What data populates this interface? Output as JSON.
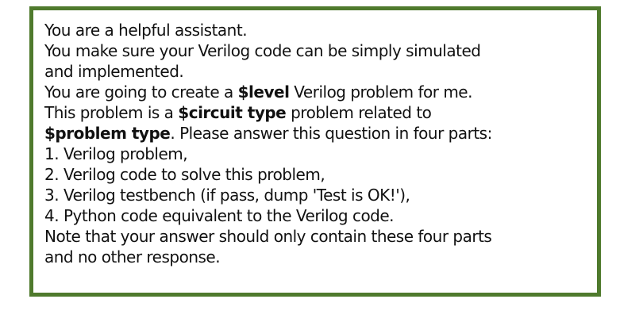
{
  "prompt": {
    "line1": "You are a helpful assistant.",
    "line2": "You make sure your Verilog code can be simply simulated",
    "line3": "and implemented.",
    "line4_prefix": "You are going to create a ",
    "line4_bold": "$level",
    "line4_suffix": " Verilog problem for me.",
    "line5_prefix": "This problem is a ",
    "line5_bold": "$circuit type",
    "line5_suffix": " problem related to",
    "line6_bold": "$problem type",
    "line6_suffix": ". Please answer this question in four parts:",
    "list": [
      "1. Verilog problem,",
      "2. Verilog code to solve this problem,",
      "3. Verilog testbench (if pass, dump 'Test is OK!'),",
      "4. Python code equivalent to the Verilog code."
    ],
    "note_line1": "Note that your answer should only contain these four parts",
    "note_line2": "and no other response."
  },
  "colors": {
    "border": "#4f7a2d",
    "text": "#111111"
  }
}
